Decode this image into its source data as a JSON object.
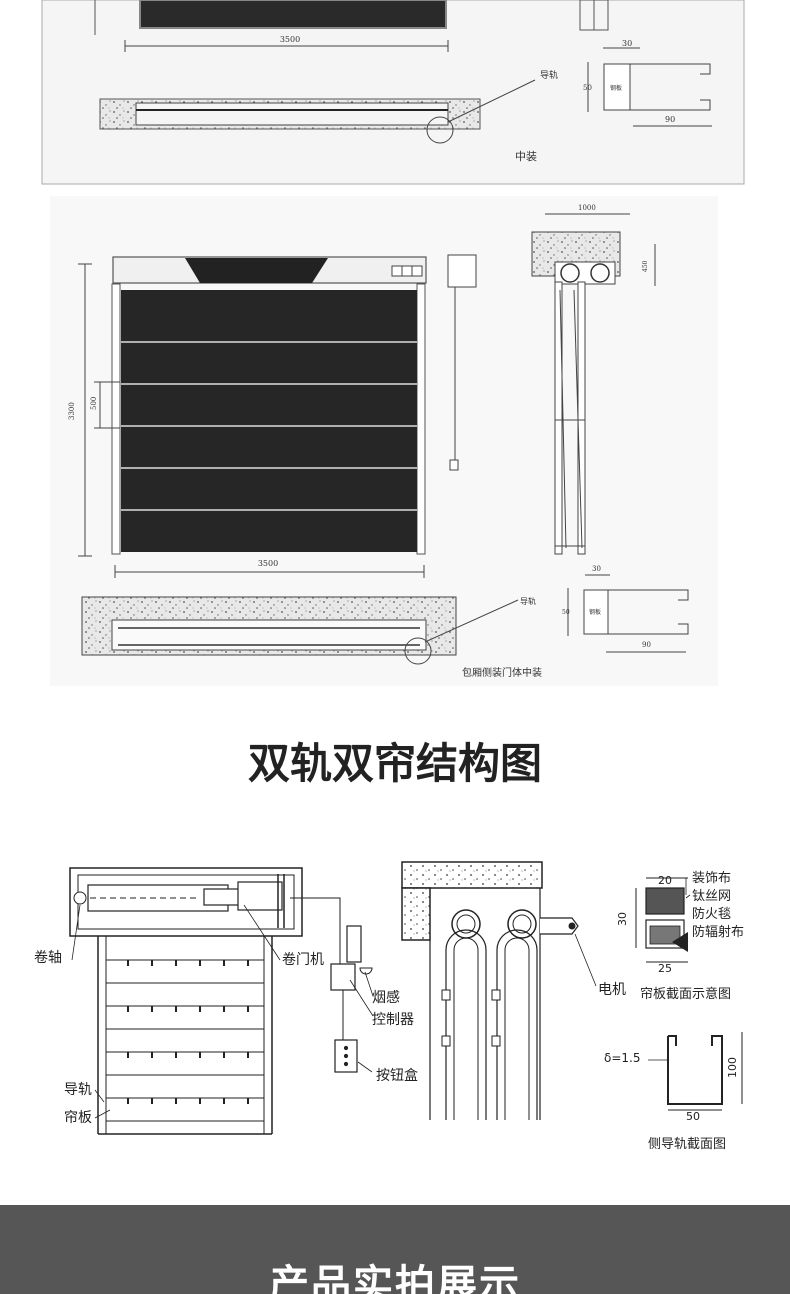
{
  "top_drawing": {
    "width_dim": "3500",
    "rail_label": "导轨",
    "profile_dim_w": "30",
    "profile_dim_h": "50",
    "profile_inner": "钢板",
    "profile_dim_depth": "90",
    "caption": "中装"
  },
  "middle_drawing": {
    "height_dim": "3300",
    "slat_dim": "500",
    "width_dim": "3500",
    "box_dim": "1000",
    "box_height_dim": "450",
    "rail_label": "导轨",
    "profile_dim_w": "30",
    "profile_dim_h": "50",
    "profile_inner": "钢板",
    "profile_dim_depth": "90",
    "caption": "包厢侧装门体中装"
  },
  "section_title": "双轨双帘结构图",
  "structure_diagram": {
    "reel_axis": "卷轴",
    "door_motor": "卷门机",
    "smoke_sensor": "烟感",
    "controller": "控制器",
    "button_box": "按钮盒",
    "guide_rail": "导轨",
    "curtain_panel": "帘板",
    "motor": "电机",
    "layer_1": "装饰布",
    "layer_2": "钛丝网",
    "layer_3": "防火毯",
    "layer_4": "防辐射布",
    "panel_dim_20": "20",
    "panel_dim_30": "30",
    "panel_dim_25": "25",
    "panel_section_caption": "帘板截面示意图",
    "rail_thickness": "δ=1.5",
    "rail_dim_100": "100",
    "rail_dim_50": "50",
    "rail_section_caption": "侧导轨截面图"
  },
  "bottom_banner": {
    "title": "产品实拍展示"
  },
  "colors": {
    "banner_bg": "#565656",
    "drawing_bg": "#f4f4f4",
    "panel_dark": "#262626",
    "line": "#333333"
  }
}
